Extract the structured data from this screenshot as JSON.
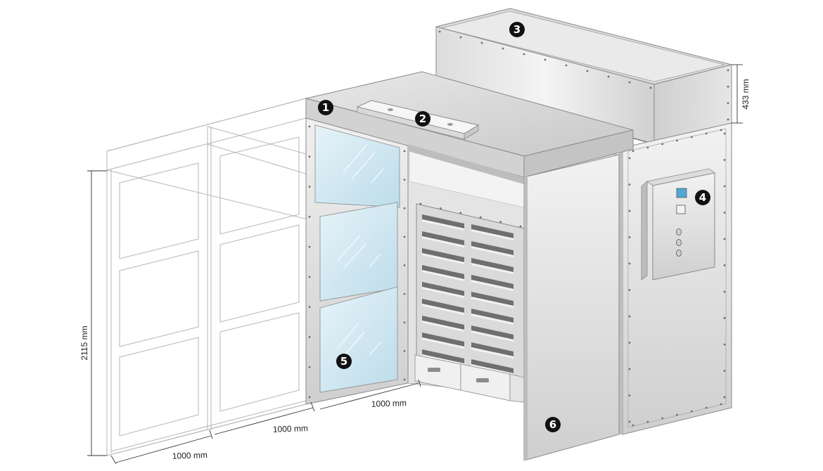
{
  "dimensions": {
    "height": "2115 mm",
    "top_height": "433 mm",
    "width_front": "1000 mm",
    "width_middle": "1000 mm",
    "width_side": "1000 mm"
  },
  "callouts": [
    {
      "label": "1"
    },
    {
      "label": "2"
    },
    {
      "label": "3"
    },
    {
      "label": "4"
    },
    {
      "label": "5"
    },
    {
      "label": "6"
    }
  ],
  "colors": {
    "steel_light": "#eeeeee",
    "steel_mid": "#d6d6d6",
    "steel_dark": "#9a9a9a",
    "glass": "#cfe6f1",
    "outline": "#8a8a8a",
    "ghost": "#b5b5b5",
    "callout": "#111111"
  }
}
